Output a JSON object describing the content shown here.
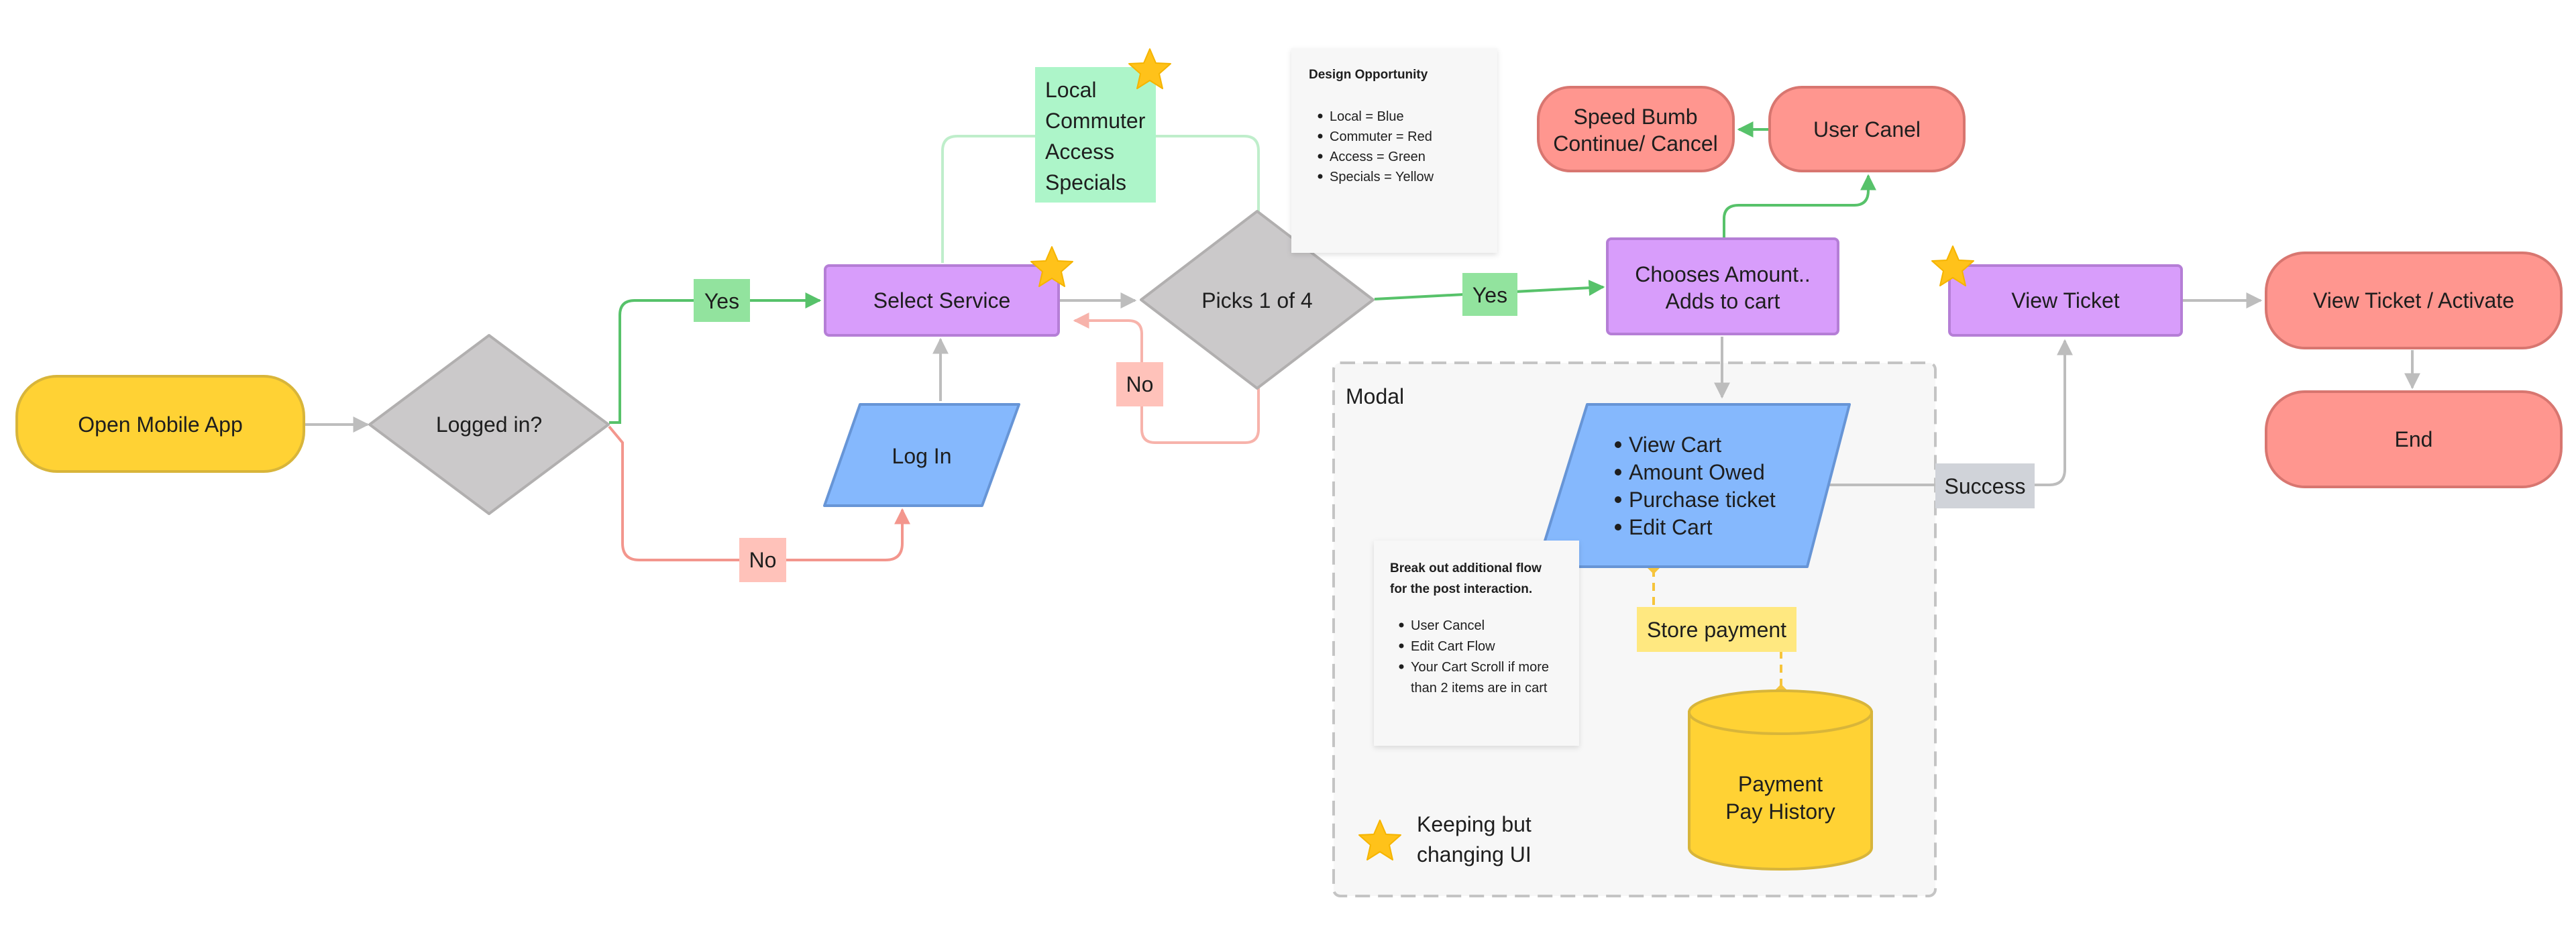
{
  "nodes": {
    "open_app": "Open Mobile App",
    "logged_in": "Logged in?",
    "log_in": "Log In",
    "select_service": "Select Service",
    "picks": "Picks 1 of 4",
    "chooses_amount": [
      "Chooses Amount..",
      "Adds to cart"
    ],
    "speed_bump": [
      "Speed Bumb",
      "Continue/ Cancel"
    ],
    "user_cancel": "User Canel",
    "view_ticket": "View Ticket",
    "view_activate": "View Ticket / Activate",
    "end": "End",
    "cart_items": [
      "View Cart",
      "Amount Owed",
      "Purchase ticket",
      "Edit Cart"
    ],
    "store_payment": "Store payment",
    "payment": [
      "Payment",
      "Pay History"
    ],
    "services": [
      "Local",
      "Commuter",
      "Access",
      "Specials"
    ]
  },
  "edge_labels": {
    "yes_1": "Yes",
    "no_1": "No",
    "no_2": "No",
    "yes_2": "Yes",
    "success": "Success"
  },
  "modal_label": "Modal",
  "legend": [
    "Keeping but",
    "changing UI"
  ],
  "notes": {
    "design": {
      "title": "Design Opportunity",
      "items": [
        "Local = Blue",
        "Commuter = Red",
        "Access = Green",
        "Specials = Yellow"
      ]
    },
    "breakout": {
      "title": [
        "Break out additional flow",
        "for the post interaction."
      ],
      "items": [
        "User Cancel",
        "Edit Cart Flow",
        "Your Cart Scroll if more",
        "than 2 items are in cart"
      ]
    }
  },
  "colors": {
    "yellow": "#ffd234",
    "purple": "#d89dfb",
    "blue": "#85b8fd",
    "gray": "#cbc9ca",
    "red": "#ff968f",
    "green": "#adf5c9",
    "edge_green": "#57c26a",
    "edge_red": "#f3968d",
    "edge_gray": "#bdbdbd"
  }
}
